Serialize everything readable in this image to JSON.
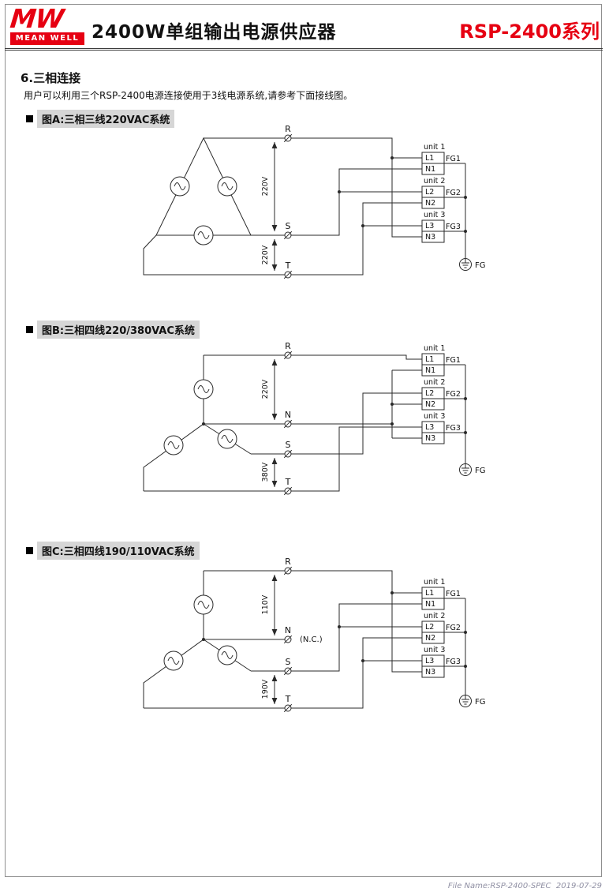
{
  "header": {
    "logo": {
      "mw": "MW",
      "brand": "MEAN WELL"
    },
    "title": "2400W单组输出电源供应器",
    "series": "RSP-2400系列"
  },
  "section": {
    "number": "6.",
    "title": "三相连接",
    "description": "用户可以利用三个RSP-2400电源连接使用于3线电源系统,请参考下面接线图。"
  },
  "figures": {
    "a": {
      "caption": "图A:三相三线220VAC系统",
      "phases": {
        "r": "R",
        "s": "S",
        "t": "T"
      },
      "voltages": {
        "v1": "220V",
        "v2": "220V"
      },
      "units": [
        {
          "name": "unit 1",
          "l": "L1",
          "n": "N1",
          "fg": "FG1"
        },
        {
          "name": "unit 2",
          "l": "L2",
          "n": "N2",
          "fg": "FG2"
        },
        {
          "name": "unit 3",
          "l": "L3",
          "n": "N3",
          "fg": "FG3"
        }
      ],
      "ground": "FG"
    },
    "b": {
      "caption": "图B:三相四线220/380VAC系统",
      "phases": {
        "r": "R",
        "n": "N",
        "s": "S",
        "t": "T"
      },
      "voltages": {
        "v1": "220V",
        "v2": "380V"
      },
      "units": [
        {
          "name": "unit 1",
          "l": "L1",
          "n": "N1",
          "fg": "FG1"
        },
        {
          "name": "unit 2",
          "l": "L2",
          "n": "N2",
          "fg": "FG2"
        },
        {
          "name": "unit 3",
          "l": "L3",
          "n": "N3",
          "fg": "FG3"
        }
      ],
      "ground": "FG"
    },
    "c": {
      "caption": "图C:三相四线190/110VAC系统",
      "phases": {
        "r": "R",
        "n": "N",
        "s": "S",
        "t": "T"
      },
      "nc": "(N.C.)",
      "voltages": {
        "v1": "110V",
        "v2": "190V"
      },
      "units": [
        {
          "name": "unit 1",
          "l": "L1",
          "n": "N1",
          "fg": "FG1"
        },
        {
          "name": "unit 2",
          "l": "L2",
          "n": "N2",
          "fg": "FG2"
        },
        {
          "name": "unit 3",
          "l": "L3",
          "n": "N3",
          "fg": "FG3"
        }
      ],
      "ground": "FG"
    }
  },
  "footer": {
    "file_info": "File Name:RSP-2400-SPEC  2019-07-29"
  },
  "colors": {
    "brand_red": "#e60012",
    "caption_bg": "#d6d6d6",
    "line": "#2a2a2a"
  }
}
